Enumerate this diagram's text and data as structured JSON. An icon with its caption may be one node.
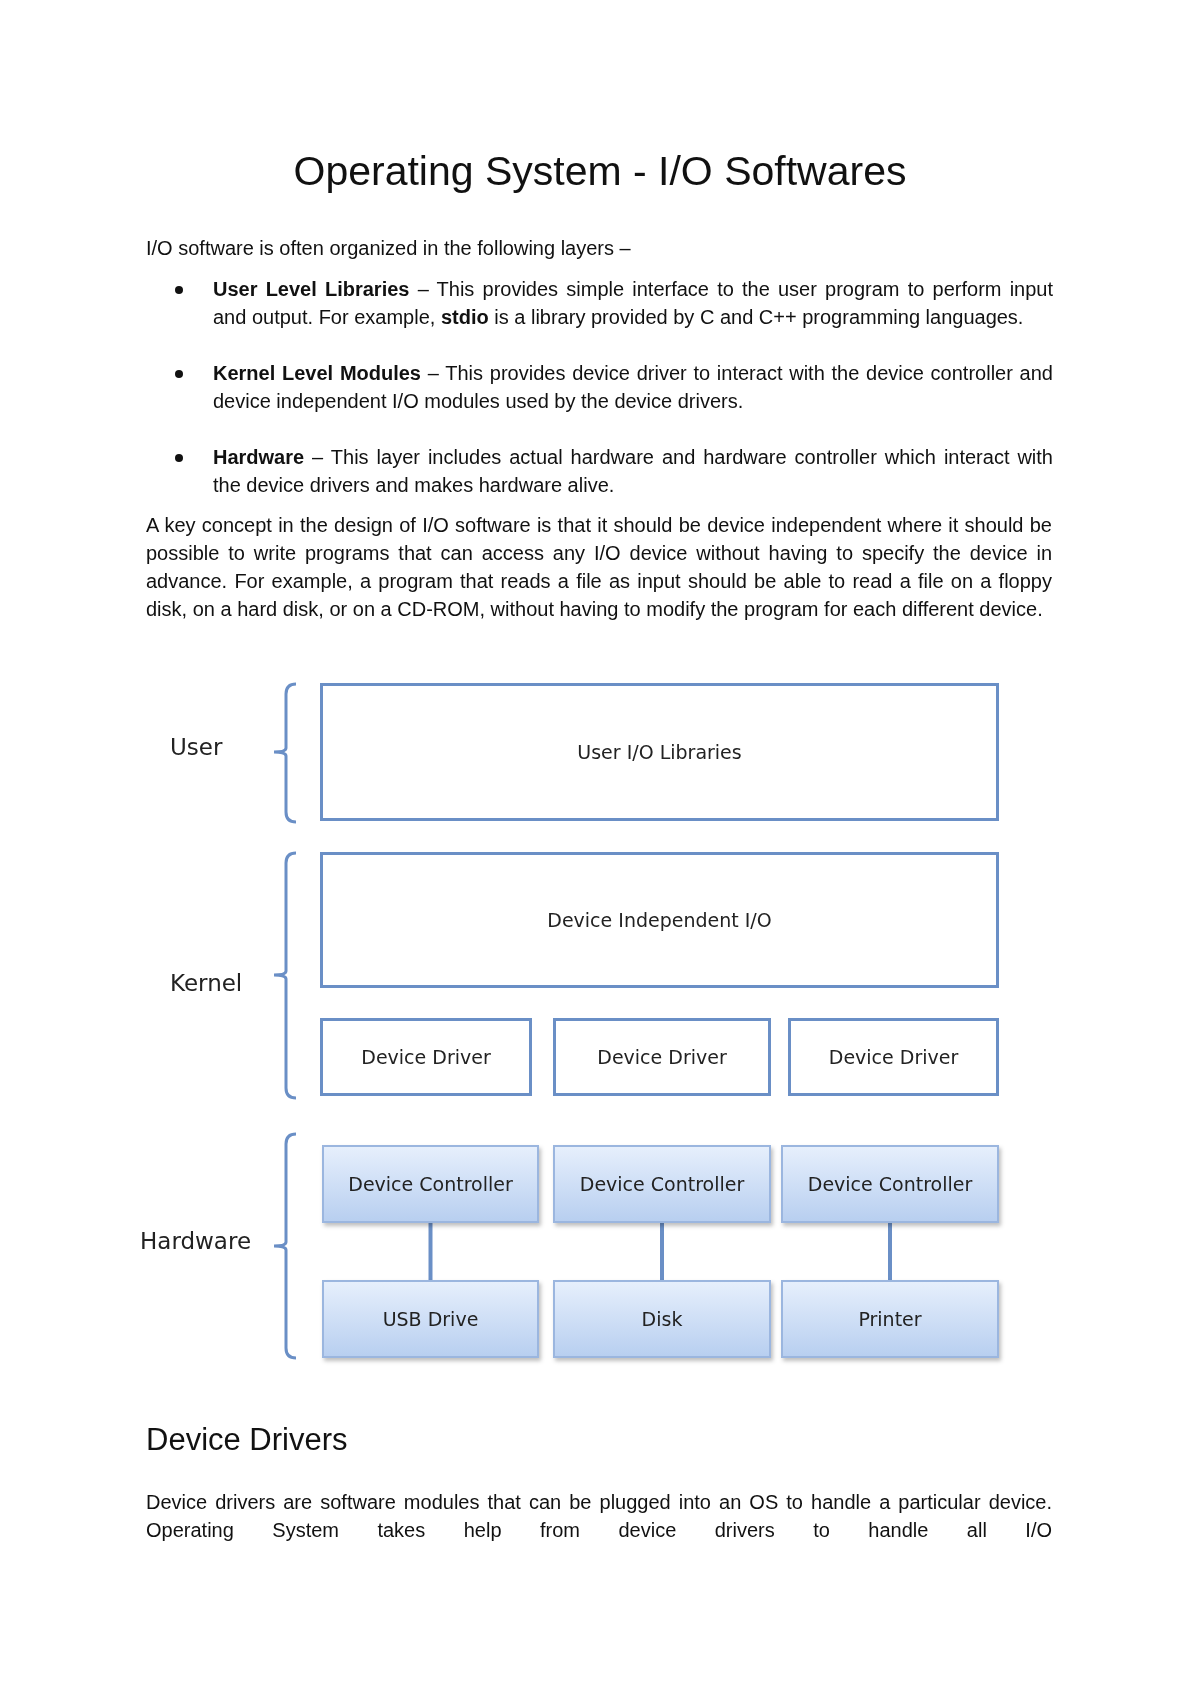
{
  "diagram": {
    "title": "Operating System - I/O Softwares",
    "nodes": [
      {
        "text": [
          "User I/O Libraries"
        ]
      },
      {
        "text": [
          "Device Independent I/O"
        ]
      },
      {
        "text": [
          "Device Driver"
        ]
      },
      {
        "text": [
          "Device Driver"
        ]
      },
      {
        "text": [
          "Device Driver"
        ]
      },
      {
        "text": [
          "Device Controller"
        ]
      },
      {
        "text": [
          "Device Controller"
        ]
      },
      {
        "text": [
          "Device Controller"
        ]
      },
      {
        "text": [
          "USB Drive"
        ]
      },
      {
        "text": [
          "Disk"
        ]
      },
      {
        "text": [
          "Printer"
        ]
      }
    ],
    "edges": [
      {
        "from": 5,
        "to": 8,
        "arrow": "none"
      },
      {
        "from": 6,
        "to": 9,
        "arrow": "none"
      },
      {
        "from": 7,
        "to": 10,
        "arrow": "none"
      }
    ],
    "labels": [
      "I/O software is often organized in the following layers –",
      "**User Level Libraries** – This provides simple interface to the user program to perform input and output. For example, **stdio** is a library provided by C and C++ programming languages.",
      "**Kernel Level Modules** – This provides device driver to interact with the device controller and device independent I/O modules used by the device drivers.",
      "**Hardware** – This layer includes actual hardware and hardware controller which interact with the device drivers and makes hardware alive.",
      "A key concept in the design of I/O software is that it should be device independent where it should be possible to write programs that can access any I/O device without having to specify the device in advance. For example, a program that reads a file as input should be able to read a file on a floppy disk, on a hard disk, or on a CD-ROM, without having to modify the program for each different device.",
      "User",
      "Kernel",
      "Hardware",
      "Device Drivers",
      "Device drivers are software modules that can be plugged into an OS to handle a particular device. Operating System takes help from device drivers to handle all I/O"
    ]
  }
}
